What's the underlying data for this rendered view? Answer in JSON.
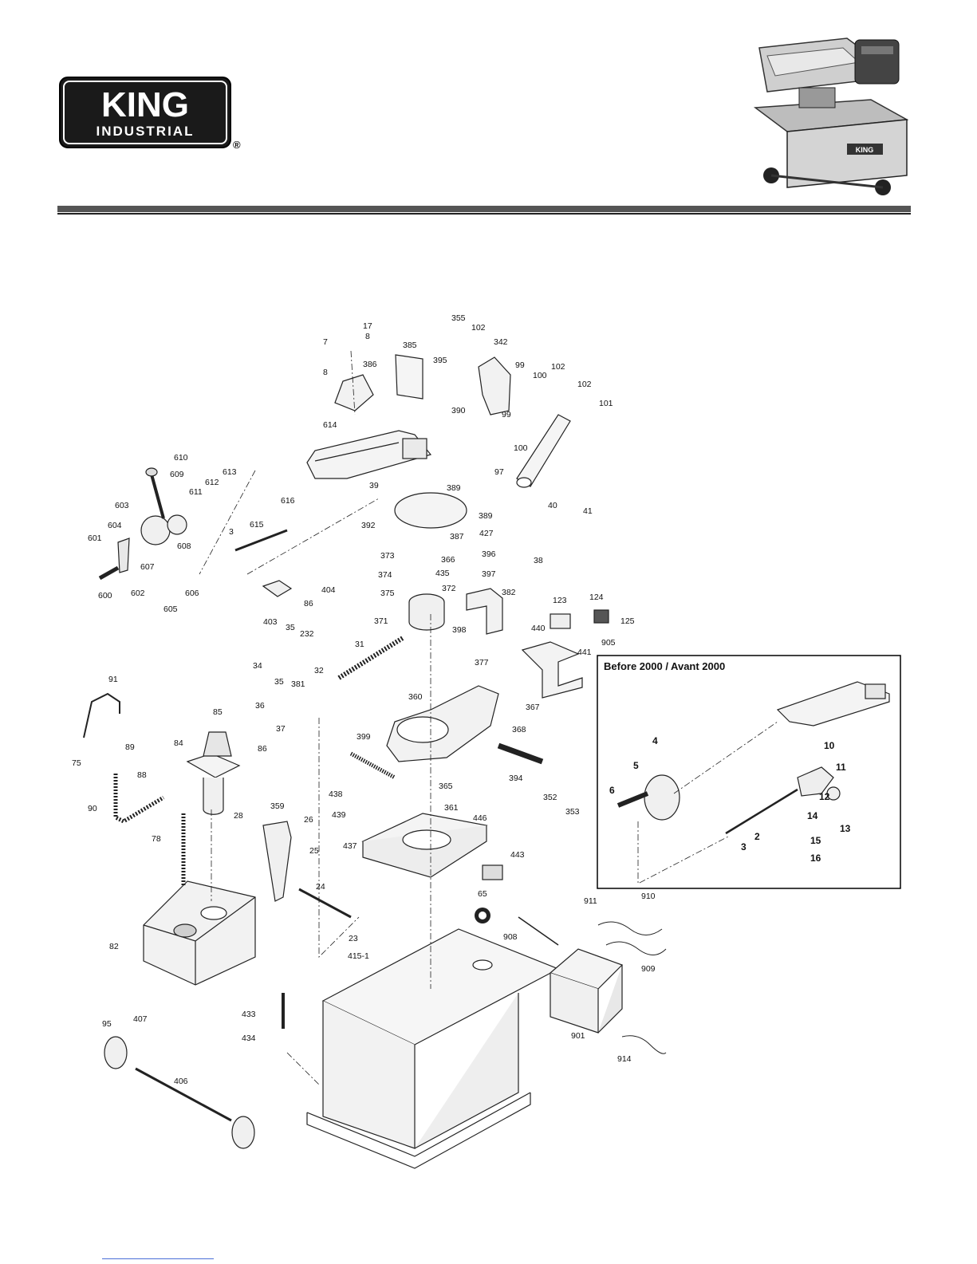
{
  "brand": {
    "name": "KING",
    "subtitle": "INDUSTRIAL",
    "registered_mark": "®"
  },
  "inset": {
    "title": "Before 2000 / Avant 2000",
    "callouts": [
      "4",
      "5",
      "6",
      "10",
      "11",
      "12",
      "2",
      "3",
      "14",
      "13",
      "15",
      "16"
    ]
  },
  "callouts": [
    "7",
    "17",
    "8",
    "8",
    "386",
    "385",
    "395",
    "355",
    "102",
    "342",
    "99",
    "100",
    "102",
    "102",
    "101",
    "99",
    "100",
    "390",
    "614",
    "97",
    "610",
    "609",
    "613",
    "612",
    "611",
    "603",
    "604",
    "608",
    "601",
    "607",
    "600",
    "602",
    "605",
    "606",
    "616",
    "615",
    "3",
    "39",
    "389",
    "389",
    "392",
    "387",
    "427",
    "40",
    "41",
    "38",
    "373",
    "366",
    "374",
    "435",
    "372",
    "375",
    "371",
    "396",
    "397",
    "382",
    "86",
    "404",
    "403",
    "35",
    "232",
    "31",
    "398",
    "377",
    "124",
    "125",
    "123",
    "905",
    "440",
    "441",
    "34",
    "35",
    "32",
    "381",
    "36",
    "37",
    "360",
    "367",
    "368",
    "91",
    "85",
    "86",
    "84",
    "89",
    "75",
    "88",
    "90",
    "399",
    "438",
    "439",
    "437",
    "394",
    "352",
    "353",
    "365",
    "361",
    "446",
    "443",
    "28",
    "359",
    "26",
    "78",
    "25",
    "24",
    "23",
    "82",
    "65",
    "911",
    "910",
    "908",
    "909",
    "415-1",
    "901",
    "914",
    "433",
    "434",
    "95",
    "407",
    "406"
  ]
}
